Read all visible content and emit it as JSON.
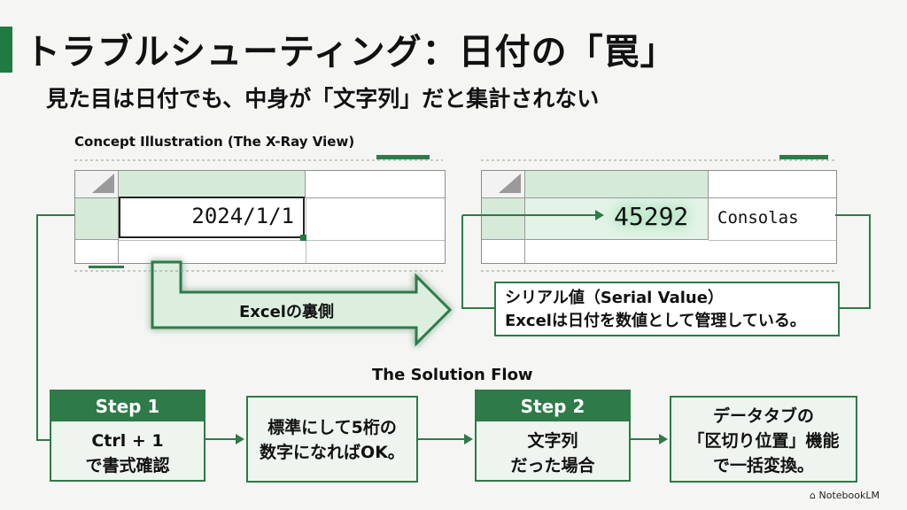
{
  "title": "トラブルシューティング：日付の「罠」",
  "subtitle": "見た目は日付でも、中身が「文字列」だと集計されない",
  "concept_label": "Concept Illustration (The X-Ray View)",
  "left_cell_value": "2024/1/1",
  "serial_value": "45292",
  "font_tag": "Consolas",
  "arrow_label": "Excelの裏側",
  "serial_box": {
    "line1": "シリアル値（Serial Value）",
    "line2": "Excelは日付を数値として管理している。"
  },
  "flow_label": "The Solution Flow",
  "steps": [
    {
      "head": "Step 1",
      "line1": "Ctrl + 1",
      "line2": "で書式確認"
    },
    {
      "head": "",
      "line1": "標準にして5桁の",
      "line2": "数字になればOK。"
    },
    {
      "head": "Step 2",
      "line1": "文字列",
      "line2": "だった場合"
    },
    {
      "head": "",
      "line1": "データタブの",
      "line2": "「区切り位置」機能",
      "line3": "で一括変換。"
    }
  ],
  "brand": "NotebookLM",
  "colors": {
    "accent": "#2e7a48",
    "highlight": "#d6ead9",
    "glow": "#7fd49a"
  }
}
